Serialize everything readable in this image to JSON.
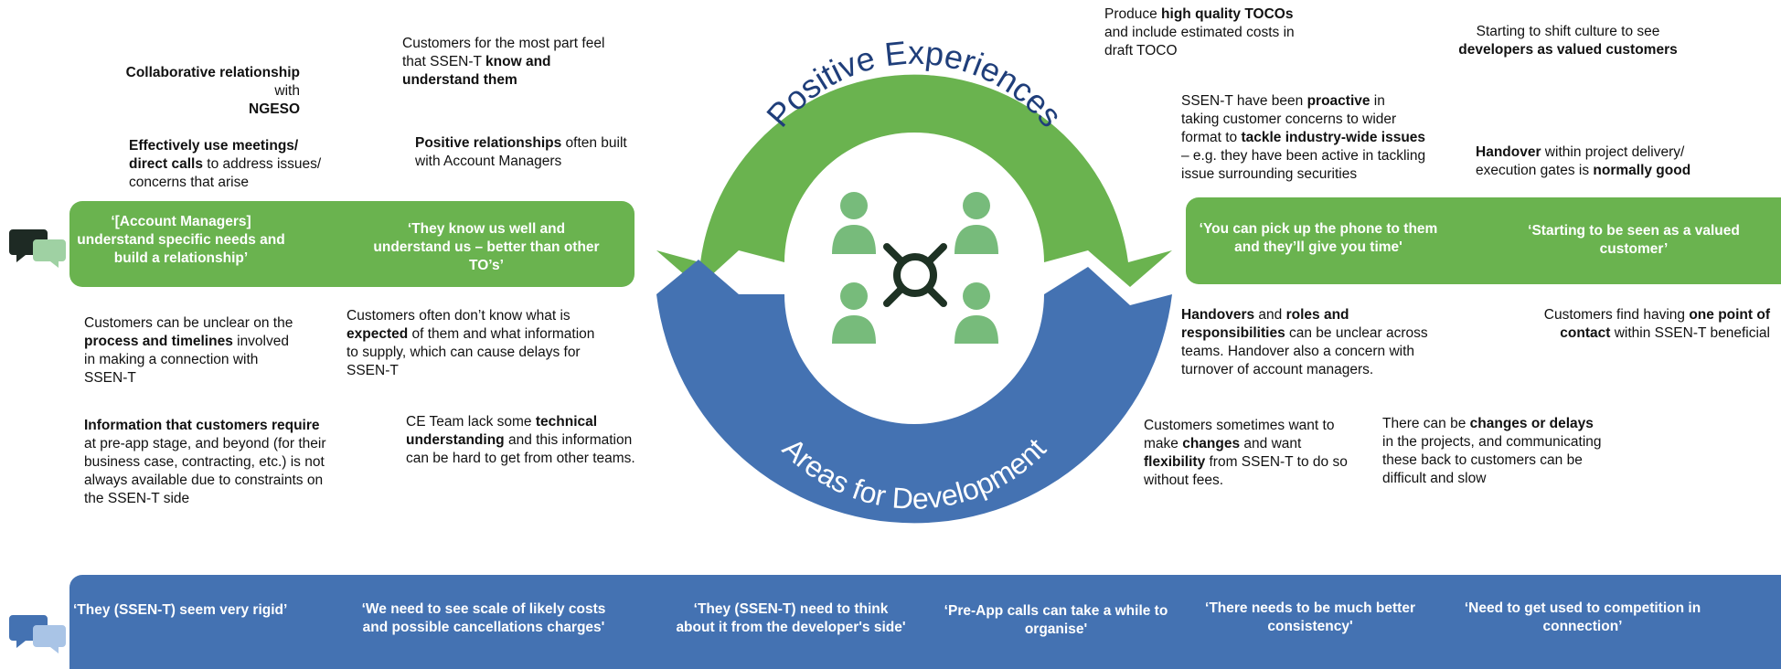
{
  "colors": {
    "green": "#6ab34f",
    "blue": "#4472b2",
    "icon_dark": "#1e3224",
    "icon_green": "#77bb7b"
  },
  "ring": {
    "top_label": "Positive Experiences",
    "bottom_label": "Areas for Development"
  },
  "positive_notes": [
    {
      "id": "collab",
      "segs": [
        [
          "Collaborative relationship",
          true
        ],
        [
          " with",
          false
        ],
        [
          "\n",
          false
        ],
        [
          "NGESO",
          true
        ]
      ]
    },
    {
      "id": "know",
      "segs": [
        [
          "Customers for the most part feel that SSEN-T ",
          false
        ],
        [
          "know and understand them",
          true
        ]
      ]
    },
    {
      "id": "meetings",
      "segs": [
        [
          "Effectively use meetings/ direct calls",
          true
        ],
        [
          " to address issues/ concerns that arise",
          false
        ]
      ]
    },
    {
      "id": "posrel",
      "segs": [
        [
          "Positive relationships",
          true
        ],
        [
          " often built with Account Managers",
          false
        ]
      ]
    },
    {
      "id": "toco",
      "segs": [
        [
          "Produce ",
          false
        ],
        [
          "high quality TOCOs",
          true
        ],
        [
          " and include estimated costs in draft TOCO",
          false
        ]
      ]
    },
    {
      "id": "culture",
      "segs": [
        [
          "Starting to shift culture to see",
          false
        ],
        [
          "\n",
          false
        ],
        [
          "developers as valued customers",
          true
        ]
      ]
    },
    {
      "id": "proactive",
      "segs": [
        [
          "SSEN-T have been ",
          false
        ],
        [
          "proactive",
          true
        ],
        [
          " in taking customer concerns to wider format to ",
          false
        ],
        [
          "tackle industry-wide issues",
          true
        ],
        [
          " – e.g. they have been active in tackling issue surrounding securities",
          false
        ]
      ]
    },
    {
      "id": "handover",
      "segs": [
        [
          "Handover",
          true
        ],
        [
          " within project delivery/ execution gates is ",
          false
        ],
        [
          "normally good",
          true
        ]
      ]
    }
  ],
  "development_notes": [
    {
      "id": "unclear",
      "segs": [
        [
          "Customers can be unclear on the ",
          false
        ],
        [
          "process and timelines",
          true
        ],
        [
          " involved in making a connection with SSEN-T",
          false
        ]
      ]
    },
    {
      "id": "expected",
      "segs": [
        [
          "Customers often don’t know what is ",
          false
        ],
        [
          "expected",
          true
        ],
        [
          " of them and what information to supply, which can cause delays for SSEN-T",
          false
        ]
      ]
    },
    {
      "id": "info",
      "segs": [
        [
          "Information that customers require",
          true
        ],
        [
          " at pre-app stage, and beyond (for their business case, contracting, etc.) is not always available due to constraints on the SSEN-T side",
          false
        ]
      ]
    },
    {
      "id": "technical",
      "segs": [
        [
          "CE Team lack some ",
          false
        ],
        [
          "technical understanding",
          true
        ],
        [
          " and this information can be hard to get from other teams.",
          false
        ]
      ]
    },
    {
      "id": "handovers",
      "segs": [
        [
          "Handovers",
          true
        ],
        [
          " and ",
          false
        ],
        [
          "roles and responsibilities",
          true
        ],
        [
          " can be unclear across teams. Handover also a concern with turnover of account managers.",
          false
        ]
      ]
    },
    {
      "id": "contact",
      "segs": [
        [
          "Customers find having ",
          false
        ],
        [
          "one point of contact",
          true
        ],
        [
          " within SSEN-T beneficial",
          false
        ]
      ]
    },
    {
      "id": "changes",
      "segs": [
        [
          "Customers sometimes want to make ",
          false
        ],
        [
          "changes",
          true
        ],
        [
          " and want ",
          false
        ],
        [
          "flexibility",
          true
        ],
        [
          " from SSEN-T to do so without fees.",
          false
        ]
      ]
    },
    {
      "id": "delays",
      "segs": [
        [
          "There can be ",
          false
        ],
        [
          "changes or delays",
          true
        ],
        [
          " in the projects, and communicating these back to customers can be difficult and slow",
          false
        ]
      ]
    }
  ],
  "green_quotes": [
    "‘[Account Managers] understand specific needs and build a relationship’",
    "‘They know us well and understand us – better than other TO’s’",
    "‘You can pick up the phone to them and they’ll give you time'",
    "‘Starting to be seen as a valued customer’"
  ],
  "blue_quotes": [
    "‘They (SSEN-T)  seem very rigid’",
    "‘We need to see scale of likely costs and possible cancellations charges'",
    "‘They (SSEN-T)  need to think about it from the developer's side'",
    "‘Pre-App calls can take a while to organise'",
    "‘There needs to be much better consistency'",
    "‘Need to get used to competition in connection’"
  ]
}
